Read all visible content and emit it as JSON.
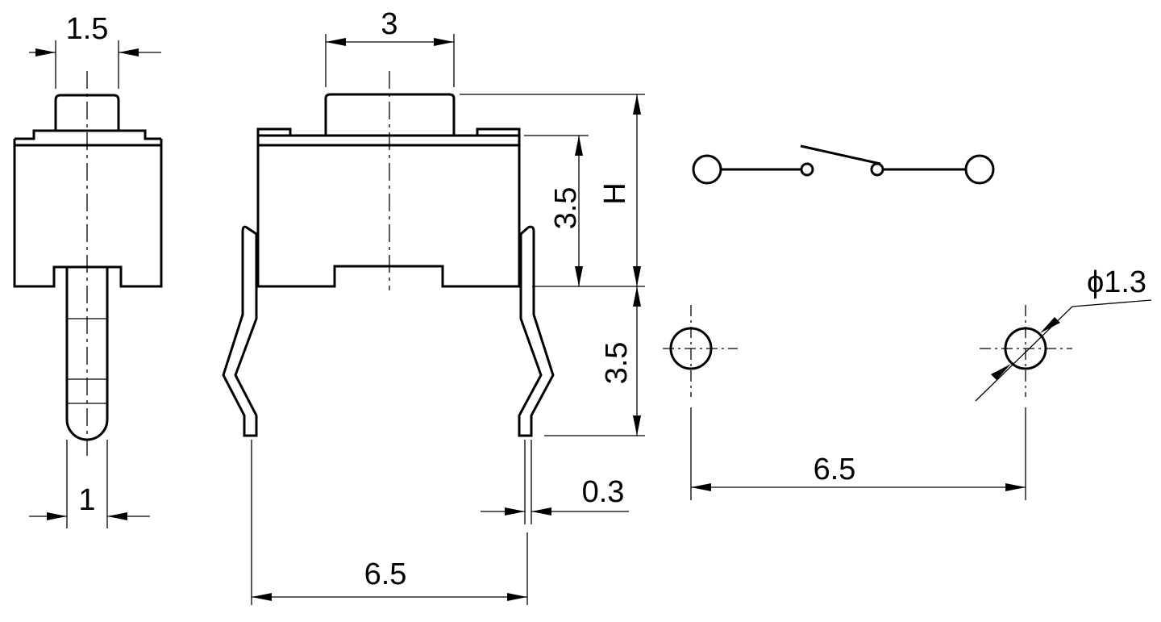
{
  "dimensions": {
    "plunger_width": "1.5",
    "pin_thickness": "1",
    "plunger_top_width": "3",
    "body_height": "3.5",
    "overall_height": "H",
    "pin_length": "3.5",
    "pin_width": "0.3",
    "pin_spacing_side": "6.5",
    "hole_diameter": "ϕ1.3",
    "pin_spacing_footprint": "6.5"
  }
}
